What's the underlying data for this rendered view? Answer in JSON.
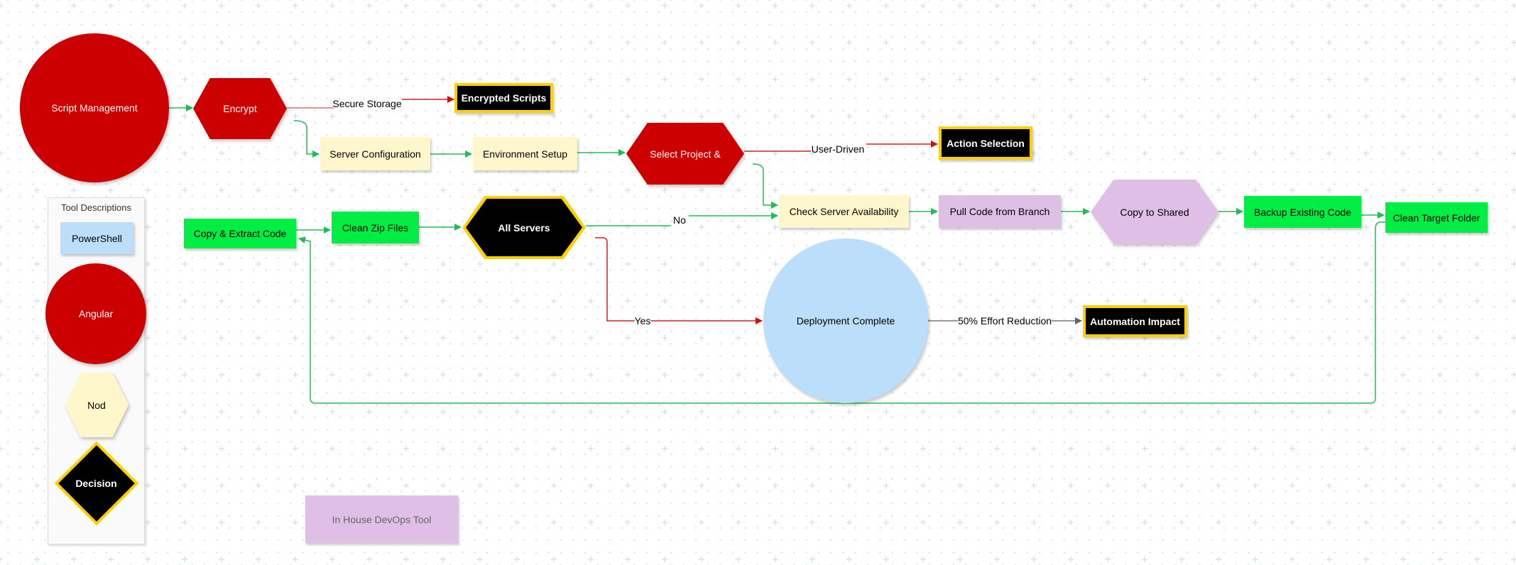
{
  "colors": {
    "red": "#cc0000",
    "green": "#00ee44",
    "cream": "#fff7cc",
    "lavender": "#e0bfe6",
    "blue": "#bbdefb",
    "black": "#000000",
    "gold": "#ffd000",
    "edge_green": "#22bb55",
    "edge_red": "#cc2222",
    "edge_gray": "#777777"
  },
  "nodes": {
    "script_management": "Script Management",
    "encrypt": "Encrypt",
    "encrypted_scripts": "Encrypted Scripts",
    "server_configuration": "Server Configuration",
    "environment_setup": "Environment Setup",
    "select_project": "Select Project &",
    "action_selection": "Action Selection",
    "check_server": "Check Server Availability",
    "pull_code": "Pull Code from Branch",
    "copy_shared": "Copy to Shared",
    "backup_code": "Backup Existing Code",
    "clean_target": "Clean Target Folder",
    "copy_extract": "Copy & Extract Code",
    "clean_zip": "Clean Zip Files",
    "all_servers": "All Servers",
    "deployment_complete": "Deployment Complete",
    "automation_impact": "Automation Impact",
    "inhouse_tool": "In House DevOps Tool"
  },
  "edge_labels": {
    "secure_storage": "Secure Storage",
    "user_driven": "User-Driven",
    "no": "No",
    "yes": "Yes",
    "effort": "50% Effort Reduction"
  },
  "legend": {
    "title": "Tool Descriptions",
    "powershell": "PowerShell",
    "angular": "Angular",
    "node": "Nod",
    "decision": "Decision"
  }
}
